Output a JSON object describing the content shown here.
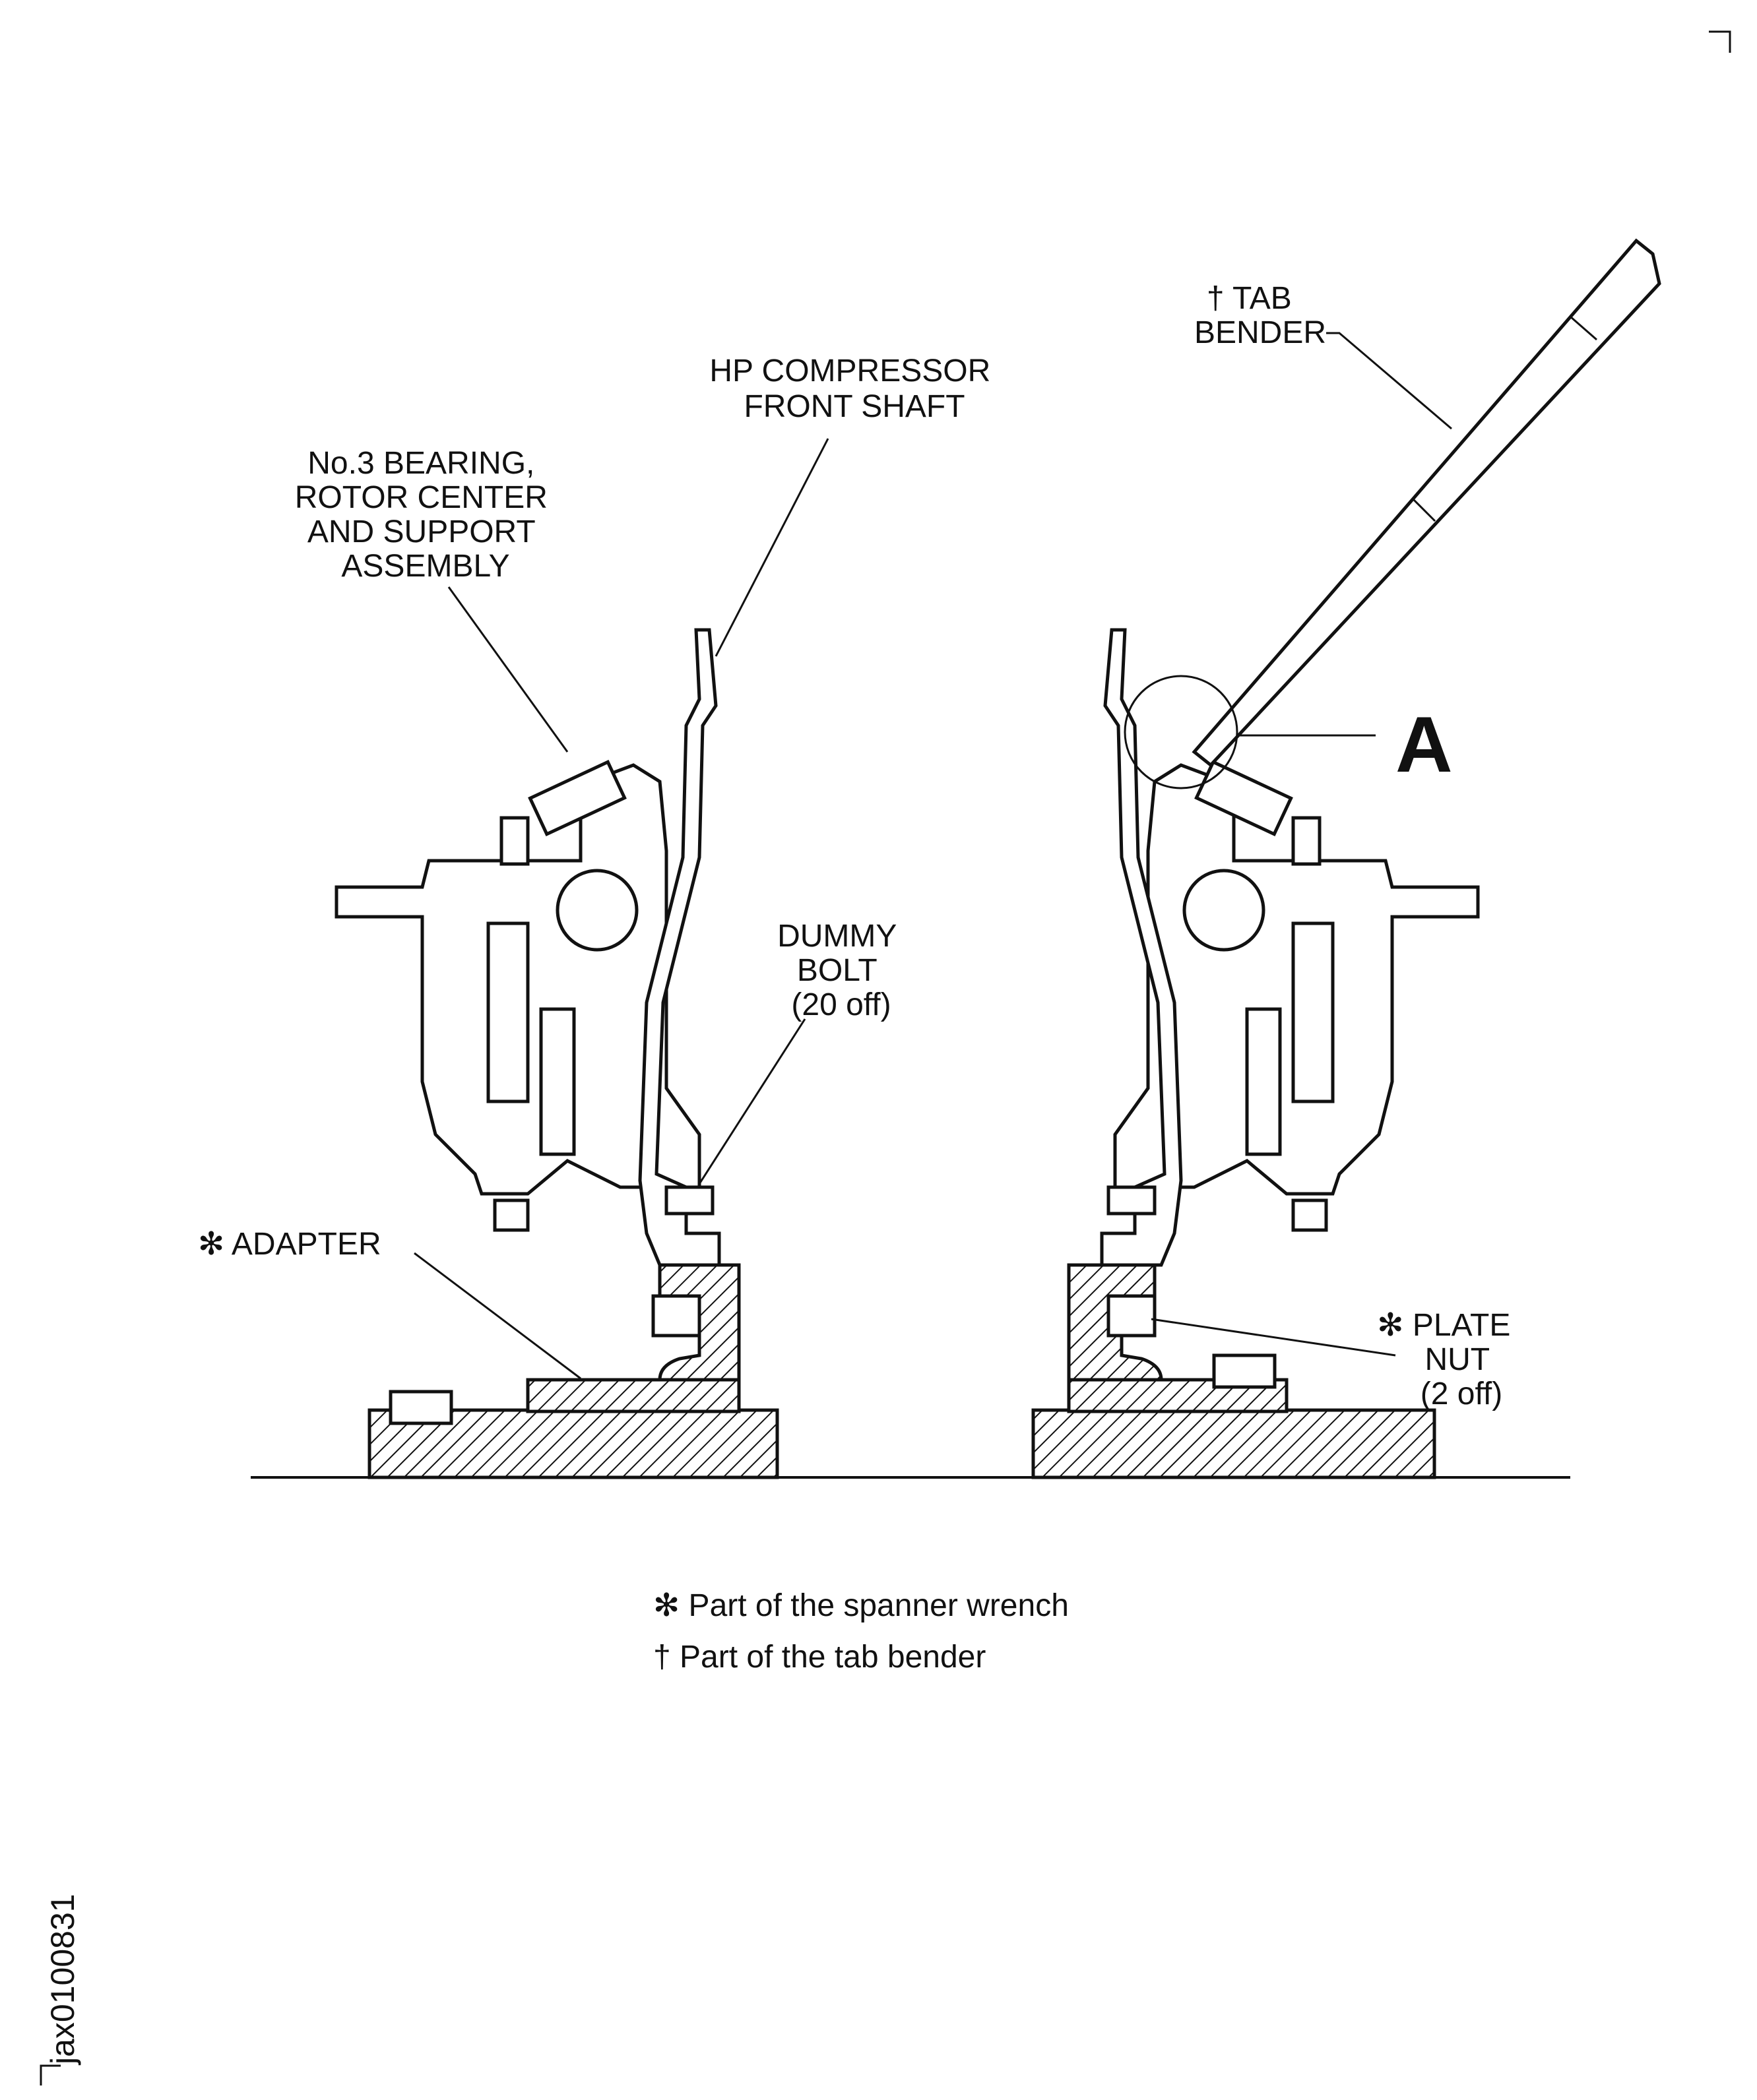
{
  "labels": {
    "hp_shaft": [
      "HP COMPRESSOR",
      "FRONT SHAFT"
    ],
    "bearing": [
      "No.3 BEARING,",
      "ROTOR CENTER",
      "AND SUPPORT",
      "ASSEMBLY"
    ],
    "tab_bender": [
      "† TAB",
      "BENDER"
    ],
    "dummy_bolt": [
      "DUMMY",
      "BOLT",
      "(20 off)"
    ],
    "adapter": "✻ ADAPTER",
    "plate_nut": [
      "✻ PLATE",
      "NUT",
      "(2 off)"
    ],
    "detail_callout": "A"
  },
  "legend": [
    "✻ Part of the spanner wrench",
    "† Part of the tab bender"
  ],
  "figure_id": "jax0100831"
}
